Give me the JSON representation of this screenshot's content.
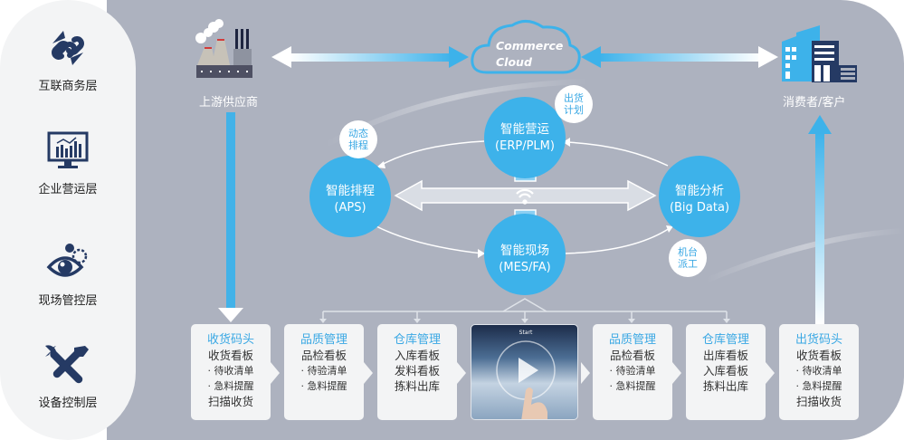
{
  "sidebar": {
    "layers": [
      {
        "label": "互联商务层",
        "icon": "chain-link-icon"
      },
      {
        "label": "企业营运层",
        "icon": "monitor-chart-icon"
      },
      {
        "label": "现场管控层",
        "icon": "eye-gears-icon"
      },
      {
        "label": "设备控制层",
        "icon": "wrench-screwdriver-icon"
      }
    ]
  },
  "top": {
    "supplier": "上游供应商",
    "cloud_line1": "Commerce",
    "cloud_line2": "Cloud",
    "consumer": "消费者/客户"
  },
  "nodes": {
    "erp": {
      "name": "智能营运",
      "sub": "(ERP/PLM)"
    },
    "aps": {
      "name": "智能排程",
      "sub": "(APS)"
    },
    "bigdata": {
      "name": "智能分析",
      "sub": "(Big Data)"
    },
    "mes": {
      "name": "智能现场",
      "sub": "(MES/FA)"
    }
  },
  "bubbles": {
    "shipping_plan": [
      "出货",
      "计划"
    ],
    "dynamic_schedule": [
      "动态",
      "排程"
    ],
    "machine_dispatch": [
      "机台",
      "派工"
    ]
  },
  "cards": [
    {
      "title": "收货码头",
      "lines": [
        "收货看板",
        "· 待收清单",
        "· 急料提醒",
        "扫描收货"
      ]
    },
    {
      "title": "品质管理",
      "lines": [
        "品检看板",
        "· 待验清单",
        "· 急料提醒"
      ]
    },
    {
      "title": "仓库管理",
      "lines": [
        "入库看板",
        "发料看板",
        "拣料出库"
      ]
    },
    {
      "title": "品质管理",
      "lines": [
        "品检看板",
        "· 待验清单",
        "· 急料提醒"
      ]
    },
    {
      "title": "仓库管理",
      "lines": [
        "出库看板",
        "入库看板",
        "拣料出库"
      ]
    },
    {
      "title": "出货码头",
      "lines": [
        "收货看板",
        "· 待收清单",
        "· 急料提醒",
        "扫描收货"
      ]
    }
  ],
  "video": {
    "caption": "Start"
  },
  "colors": {
    "accent": "#3db2ea",
    "panel": "#adb2bf",
    "sidebar": "#f3f4f5",
    "icon": "#253a64"
  }
}
